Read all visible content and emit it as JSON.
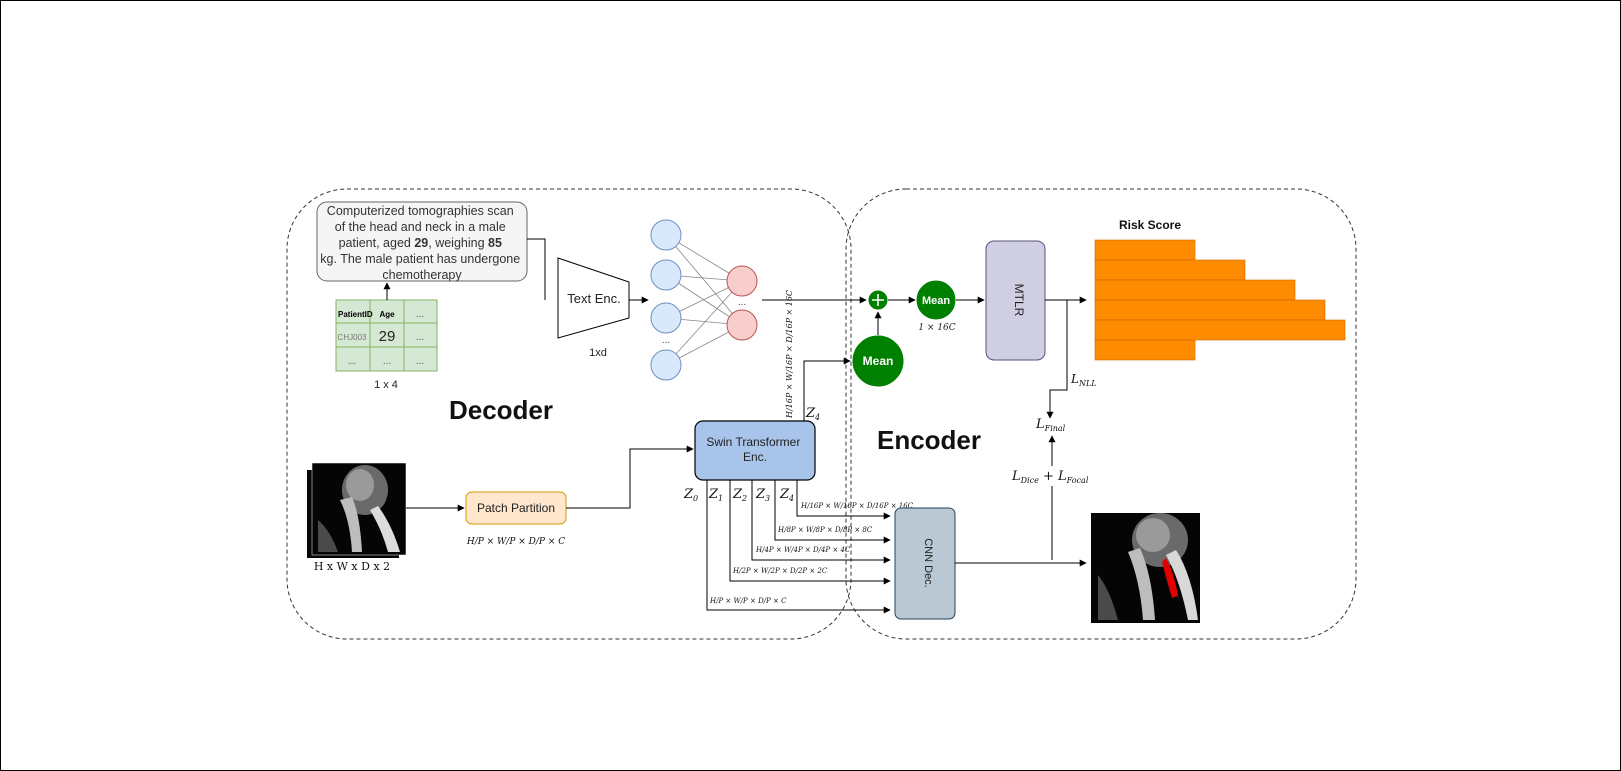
{
  "text_box": {
    "lines": [
      "Computerized tomographies scan",
      "of the head and neck in a male",
      "patient, aged ",
      "29",
      ", weighing ",
      "85",
      "kg. The male patient has undergone",
      "chemotherapy"
    ]
  },
  "table": {
    "headers": [
      "PatientID",
      "Age",
      "..."
    ],
    "row1": [
      "CHJ003",
      "29",
      "..."
    ],
    "row2": [
      "...",
      "...",
      "..."
    ],
    "dim": "1 x 4"
  },
  "text_encoder": {
    "label": "Text Enc.",
    "dim": "1xd"
  },
  "nn": {
    "dots": "...",
    "dots_small": "..."
  },
  "means": {
    "mean_top": "Mean",
    "mean_bottom": "Mean",
    "mean_dim": "1 × 16C"
  },
  "plus_symbol": "+",
  "mtlr": {
    "label": "MTLR"
  },
  "risk": {
    "title": "Risk Score",
    "bar_color": "#ff8c00",
    "bars": [
      0.5,
      0.75,
      1.0,
      1.15,
      1.25,
      0.5
    ]
  },
  "labels": {
    "decoder": "Decoder",
    "encoder": "Encoder",
    "input_dim": "H x W x D x 2",
    "patch_partition": "Patch Partition",
    "patch_dim": "H/P × W/P × D/P × C",
    "swin_line1": "Swin Transformer",
    "swin_line2": "Enc.",
    "cnn_dec": "CNN Dec.",
    "l_nll": "L",
    "l_nll_sub": "NLL",
    "l_final": "L",
    "l_final_sub": "Final",
    "l_dice": "L",
    "l_dice_sub": "Dice",
    "l_plus": " + ",
    "l_focal": "L",
    "l_focal_sub": "Focal"
  },
  "zlabels": {
    "z0": "Z",
    "z0_sub": "0",
    "z1": "Z",
    "z1_sub": "1",
    "z2": "Z",
    "z2_sub": "2",
    "z3": "Z",
    "z3_sub": "3",
    "z4": "Z",
    "z4_sub": "4",
    "z4_top": "Z",
    "z4_top_sub": "4"
  },
  "scales": {
    "s16": "H/16P × W/16P × D/16P × 16C",
    "s8": "H/8P × W/8P × D/8P × 8C",
    "s4": "H/4P × W/4P × D/4P × 4C",
    "s2": "H/2P × W/2P × D/2P × 2C",
    "s1": "H/P × W/P × D/P × C",
    "vert": "H/16P × W/16P × D/16P × 16C"
  },
  "colors": {
    "mean_green": "#008000",
    "text_box_fill": "#f5f5f5",
    "table_fill": "#d5e8d4",
    "table_stroke": "#82b366",
    "node_blue": "#dae8fc",
    "node_blue_stroke": "#6c8ebf",
    "node_red": "#f8cecc",
    "node_red_stroke": "#b85450",
    "patch_fill": "#ffe6cc",
    "patch_stroke": "#d79b00",
    "swin_fill": "#a9c4eb",
    "cnn_fill": "#bac8d3",
    "mtlr_fill": "#d0cee2",
    "mask_red": "#e00000"
  }
}
